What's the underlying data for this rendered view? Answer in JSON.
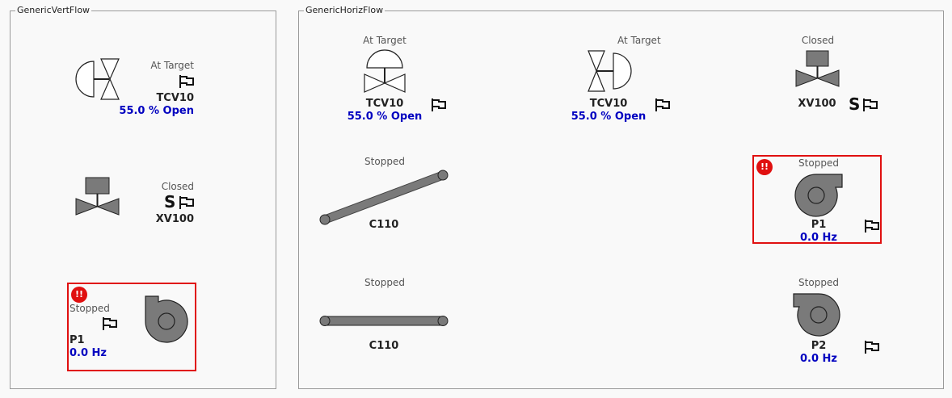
{
  "vert": {
    "title": "GenericVertFlow",
    "tcv": {
      "status": "At Target",
      "tag": "TCV10",
      "value": "55.0 % Open"
    },
    "xv": {
      "status": "Closed",
      "tag": "XV100",
      "interlock": "S"
    },
    "pump": {
      "alarm": "!!",
      "status": "Stopped",
      "tag": "P1",
      "value": "0.0 Hz"
    }
  },
  "horiz": {
    "title": "GenericHorizFlow",
    "tcv_a": {
      "status": "At Target",
      "tag": "TCV10",
      "value": "55.0 % Open"
    },
    "tcv_b": {
      "status": "At Target",
      "tag": "TCV10",
      "value": "55.0 % Open"
    },
    "xv": {
      "status": "Closed",
      "tag": "XV100",
      "interlock": "S"
    },
    "conv_a": {
      "status": "Stopped",
      "tag": "C110"
    },
    "conv_b": {
      "status": "Stopped",
      "tag": "C110"
    },
    "pump1": {
      "alarm": "!!",
      "status": "Stopped",
      "tag": "P1",
      "value": "0.0 Hz"
    },
    "pump2": {
      "status": "Stopped",
      "tag": "P2",
      "value": "0.0 Hz"
    }
  },
  "colors": {
    "equipment": "#7a7a7a",
    "value_text": "#0000c0",
    "alarm": "#e01010",
    "frame": "#9a9a9a"
  },
  "icons": [
    "control-valve-icon",
    "solenoid-valve-icon",
    "pump-icon",
    "conveyor-icon",
    "flag-icon"
  ]
}
